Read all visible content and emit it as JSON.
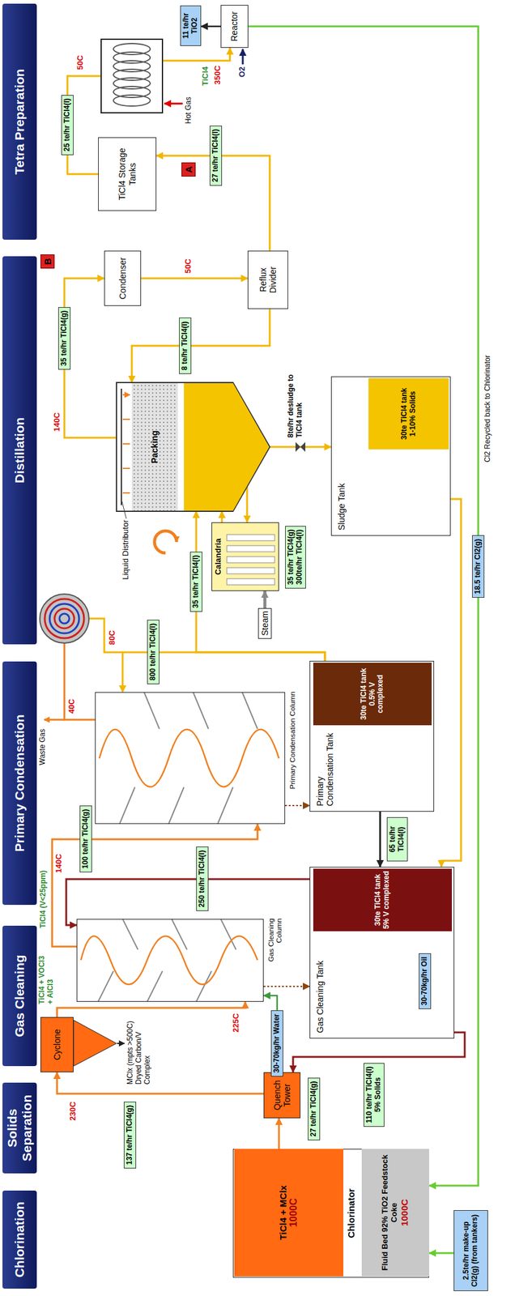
{
  "diagram": {
    "nodes": [
      {
        "text": [
          "Chlorination"
        ]
      },
      {
        "text": [
          "Solids Separation"
        ]
      },
      {
        "text": [
          "Gas Cleaning"
        ]
      },
      {
        "text": [
          "Primary Condensation"
        ]
      },
      {
        "text": [
          "Distillation"
        ]
      },
      {
        "text": [
          "Tetra Preparation"
        ]
      },
      {
        "text": [
          "Chlorinator"
        ]
      },
      {
        "text": [
          "TiCl4 + MClx",
          "1000C"
        ],
        "in": 6
      },
      {
        "text": [
          "Fluid Bed 92% TiO2 Feedstock Coke",
          "1000C"
        ],
        "in": 6
      },
      {
        "text": [
          "Quench Tower"
        ]
      },
      {
        "text": [
          "27 te/hr TiCl4(g)"
        ]
      },
      {
        "text": [
          "137 te/hr TiCl4(g)"
        ]
      },
      {
        "text": [
          "Cyclone"
        ]
      },
      {
        "text": [
          "2.5te/hr make-up Cl2(g) (from tankers)"
        ]
      },
      {
        "text": [
          "Gas Cleaning Column"
        ]
      },
      {
        "text": [
          "30-70kg/hr Water"
        ]
      },
      {
        "text": [
          "Gas Cleaning Tank"
        ]
      },
      {
        "text": [
          "30te TiCl4 tank",
          "5% V complexed"
        ],
        "in": 16
      },
      {
        "text": [
          "30-70kg/hr Oil"
        ],
        "in": 16
      },
      {
        "text": [
          "250 te/hr TiCl4(l)"
        ]
      },
      {
        "text": [
          "110 te/hr TiCl4(l)",
          "5% Solids"
        ]
      },
      {
        "text": [
          "100 te/hr TiCl4(g)"
        ]
      },
      {
        "text": [
          "Primary Condensation Column"
        ]
      },
      {
        "text": [
          "Primary Condensation Tank"
        ]
      },
      {
        "text": [
          "30te TiCl4 tank",
          "0.5% V complexed"
        ],
        "in": 23
      },
      {
        "text": [
          "65 te/hr TiCl4(l)"
        ]
      },
      {
        "text": [
          "800 te/hr TiCl4(l)"
        ]
      },
      {
        "text": [
          "35 te/hr TiCl4(l)"
        ]
      },
      {
        "text": [
          "Steam"
        ]
      },
      {
        "text": [
          "Calandria"
        ]
      },
      {
        "text": [
          "35 te/hr TiCl4(g)",
          "300te/hr TiCl4(l)"
        ]
      },
      {
        "text": [
          "Liquid Distributor"
        ]
      },
      {
        "text": [
          "Packing"
        ],
        "in": 31
      },
      {
        "text": [
          "Sludge Tank"
        ]
      },
      {
        "text": [
          "30te TiCl4 tank",
          "1-10% Solids"
        ],
        "in": 33
      },
      {
        "text": [
          "35 te/hr TiCl4(g)"
        ]
      },
      {
        "text": [
          "8 te/hr TiCl4(l)"
        ]
      },
      {
        "text": [
          "Condenser"
        ]
      },
      {
        "text": [
          "Reflux Divider"
        ]
      },
      {
        "text": [
          "27 te/hr TiCl4(l)"
        ]
      },
      {
        "text": [
          "TiCl4 Storage Tanks"
        ]
      },
      {
        "text": [
          "25 te/hr TiCl4(l)"
        ]
      },
      {
        "text": [
          "Reactor"
        ]
      },
      {
        "text": [
          "11 te/hr TiO2"
        ]
      },
      {
        "text": [
          "18.5 te/hr Cl2(g)"
        ]
      }
    ],
    "edges": [
      {
        "from": 6,
        "to": 9,
        "arrow": "to"
      },
      {
        "from": 9,
        "to": 12,
        "arrow": "to"
      },
      {
        "from": 12,
        "to": 14,
        "arrow": "to"
      },
      {
        "from": 15,
        "to": 14,
        "arrow": "to"
      },
      {
        "from": 14,
        "to": 16,
        "arrow": "to"
      },
      {
        "from": 16,
        "to": 14,
        "arrow": "to"
      },
      {
        "from": 16,
        "to": 9,
        "arrow": "to"
      },
      {
        "from": 18,
        "to": 17,
        "arrow": "to"
      },
      {
        "from": 14,
        "to": 22,
        "arrow": "to"
      },
      {
        "from": 22,
        "to": 23,
        "arrow": "to"
      },
      {
        "from": 23,
        "to": 16,
        "arrow": "to"
      },
      {
        "from": 23,
        "to": 22,
        "arrow": "to"
      },
      {
        "from": 23,
        "to": 31,
        "arrow": "to"
      },
      {
        "from": 28,
        "to": 29,
        "arrow": "to"
      },
      {
        "from": 29,
        "to": 31,
        "arrow": "to"
      },
      {
        "from": 31,
        "to": 29,
        "arrow": "to"
      },
      {
        "from": 31,
        "to": 33,
        "label": "8te/hr desludge to TiCl4 tank",
        "arrow": "to"
      },
      {
        "from": 33,
        "to": 16,
        "arrow": "to"
      },
      {
        "from": 31,
        "to": 37,
        "arrow": "to"
      },
      {
        "from": 37,
        "to": 38,
        "arrow": "to"
      },
      {
        "from": 38,
        "to": 31,
        "arrow": "to"
      },
      {
        "from": 38,
        "to": 40,
        "arrow": "to"
      },
      {
        "from": 40,
        "to": 42,
        "arrow": "to"
      },
      {
        "from": 42,
        "to": 43,
        "arrow": "to"
      },
      {
        "from": 42,
        "to": 6,
        "arrow": "to"
      },
      {
        "from": 13,
        "to": 6,
        "arrow": "to"
      }
    ],
    "labels": [
      "230C",
      "225C",
      "TiCl4 + VOCl3 + AlCl3",
      "MClx (mpts >500C) Dryed Carbon/V Complex",
      "TiCl4 (V<25ppm)",
      "140C",
      "Waste Gas",
      "40C",
      "80C",
      "140C",
      "B",
      "50C",
      "A",
      "50C",
      "Hot Gas",
      "TiCl4",
      "350C",
      "O2",
      "Cl2 Recycled back to Chlorinator"
    ]
  }
}
